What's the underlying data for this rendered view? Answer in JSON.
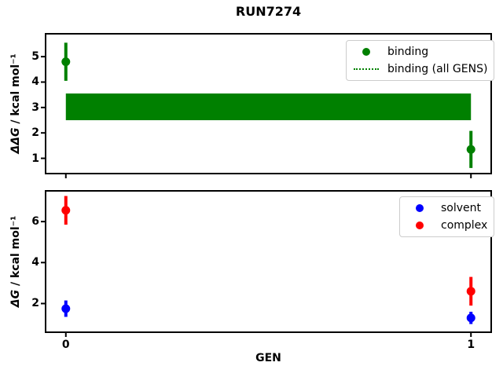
{
  "figure": {
    "title": "RUN7274",
    "background": "#ffffff",
    "axis_color": "#000000",
    "legend_border_color": "#cccccc"
  },
  "chart_data": [
    {
      "type": "scatter",
      "title": "RUN7274",
      "ylabel_math": "ΔΔG",
      "ylabel_unit": " / kcal mol⁻¹",
      "xlim": [
        -0.05,
        1.05
      ],
      "ylim": [
        0.4,
        5.9
      ],
      "yticks": [
        1,
        2,
        3,
        4,
        5
      ],
      "xticks": [
        0,
        1
      ],
      "show_xticklabels": false,
      "grid": false,
      "series": [
        {
          "name": "binding",
          "color": "#008000",
          "x": [
            0,
            1
          ],
          "y": [
            4.8,
            1.35
          ],
          "yerr": [
            0.75,
            0.73
          ]
        }
      ],
      "band": {
        "name": "binding (all GENS)",
        "color": "#008000",
        "xmin": 0,
        "xmax": 1,
        "ymin": 2.5,
        "ymax": 3.55
      },
      "legend": [
        {
          "label": "binding",
          "marker": "dot",
          "color": "#008000"
        },
        {
          "label": "binding (all GENS)",
          "marker": "dotted-line",
          "color": "#008000"
        }
      ],
      "legend_position": "upper right"
    },
    {
      "type": "scatter",
      "ylabel_math": "ΔG",
      "ylabel_unit": " / kcal mol⁻¹",
      "xlabel": "GEN",
      "xlim": [
        -0.05,
        1.05
      ],
      "ylim": [
        0.6,
        7.5
      ],
      "yticks": [
        2,
        4,
        6
      ],
      "xticks": [
        0,
        1
      ],
      "show_xticklabels": true,
      "grid": false,
      "series": [
        {
          "name": "solvent",
          "color": "#0000ff",
          "x": [
            0,
            1
          ],
          "y": [
            1.75,
            1.3
          ],
          "yerr": [
            0.4,
            0.3
          ]
        },
        {
          "name": "complex",
          "color": "#ff0000",
          "x": [
            0,
            1
          ],
          "y": [
            6.55,
            2.6
          ],
          "yerr": [
            0.7,
            0.7
          ]
        }
      ],
      "legend": [
        {
          "label": "solvent",
          "marker": "dot",
          "color": "#0000ff"
        },
        {
          "label": "complex",
          "marker": "dot",
          "color": "#ff0000"
        }
      ],
      "legend_position": "upper right"
    }
  ]
}
